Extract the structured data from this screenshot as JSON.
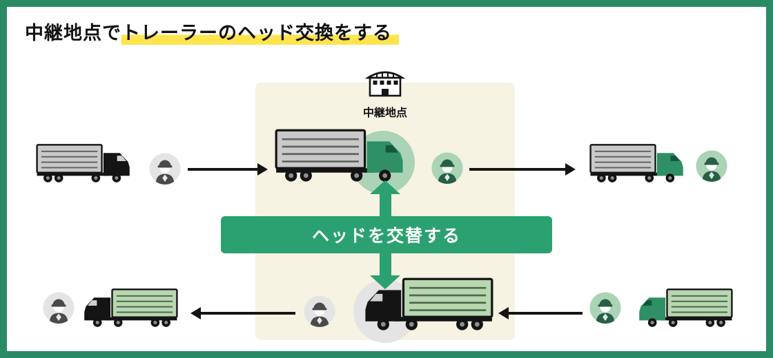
{
  "title": {
    "plain": "中継地点で",
    "highlighted": "トレーラーのヘッド交換をする"
  },
  "relay_point": {
    "label": "中継地点",
    "icon": "warehouse-icon"
  },
  "banner": {
    "label": "ヘッドを交替する"
  },
  "flows": {
    "top_row": {
      "direction": "left-to-right",
      "trucks": [
        {
          "name": "truck-top-left",
          "trailer": "gray",
          "cab": "black"
        },
        {
          "name": "truck-top-middle",
          "trailer": "gray",
          "cab": "green",
          "highlight_circle": "green"
        },
        {
          "name": "truck-top-right",
          "trailer": "gray",
          "cab": "green"
        }
      ],
      "drivers": [
        "gray",
        "green",
        "green"
      ]
    },
    "bottom_row": {
      "direction": "right-to-left",
      "trucks": [
        {
          "name": "truck-bottom-right",
          "trailer": "green",
          "cab": "green"
        },
        {
          "name": "truck-bottom-middle",
          "trailer": "green",
          "cab": "black",
          "highlight_circle": "gray"
        },
        {
          "name": "truck-bottom-left",
          "trailer": "green",
          "cab": "black"
        }
      ],
      "drivers": [
        "green",
        "gray",
        "gray"
      ]
    }
  },
  "icons": [
    "warehouse-icon",
    "truck-icon",
    "driver-avatar-icon",
    "arrow-icon"
  ],
  "colors": {
    "frame_green": "#2a8a63",
    "accent_green": "#2ba171",
    "cab_green": "#2f9066",
    "light_green": "#b8d7b0",
    "avatar_green_bg": "#abd3b5",
    "avatar_gray_bg": "#e4e4e4",
    "trailer_gray": "#c9c9c9",
    "panel_beige": "#f6f3e2",
    "highlight_yellow": "#ffe44d",
    "ink": "#141414"
  }
}
